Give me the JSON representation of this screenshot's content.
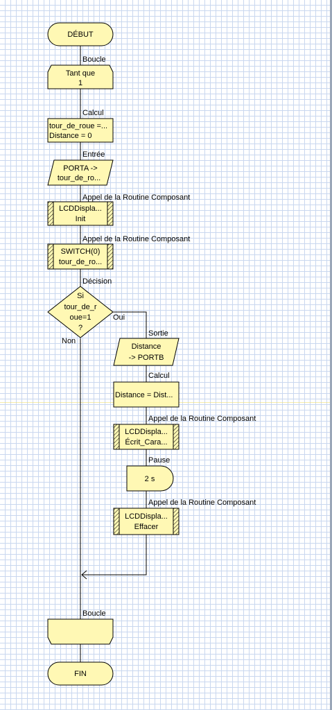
{
  "nodes": {
    "start": {
      "text": "DÉBUT"
    },
    "loop_top": {
      "label": "Boucle",
      "line1": "Tant que",
      "line2": "1"
    },
    "calc1": {
      "label": "Calcul",
      "line1": "tour_de_roue =...",
      "line2": "Distance = 0"
    },
    "input": {
      "label": "Entrée",
      "line1": "PORTA ->",
      "line2": "tour_de_ro..."
    },
    "call_init": {
      "label": "Appel de la Routine Composant",
      "line1": "LCDDispla...",
      "line2": "Init"
    },
    "call_switch": {
      "label": "Appel de la Routine Composant",
      "line1": "SWITCH(0)",
      "line2": "tour_de_ro..."
    },
    "decision": {
      "label": "Décision",
      "line1": "Si",
      "line2": "tour_de_r",
      "line3": "oue=1",
      "line4": "?",
      "yes": "Oui",
      "no": "Non"
    },
    "output": {
      "label": "Sortie",
      "line1": "Distance",
      "line2": "-> PORTB"
    },
    "calc2": {
      "label": "Calcul",
      "line1": "Distance = Dist..."
    },
    "call_write": {
      "label": "Appel de la Routine Composant",
      "line1": "LCDDispla...",
      "line2": "Écrit_Cara..."
    },
    "pause": {
      "label": "Pause",
      "line1": "2 s"
    },
    "call_clear": {
      "label": "Appel de la Routine Composant",
      "line1": "LCDDispla...",
      "line2": "Effacer"
    },
    "loop_bottom": {
      "label": "Boucle"
    },
    "end": {
      "text": "FIN"
    }
  }
}
